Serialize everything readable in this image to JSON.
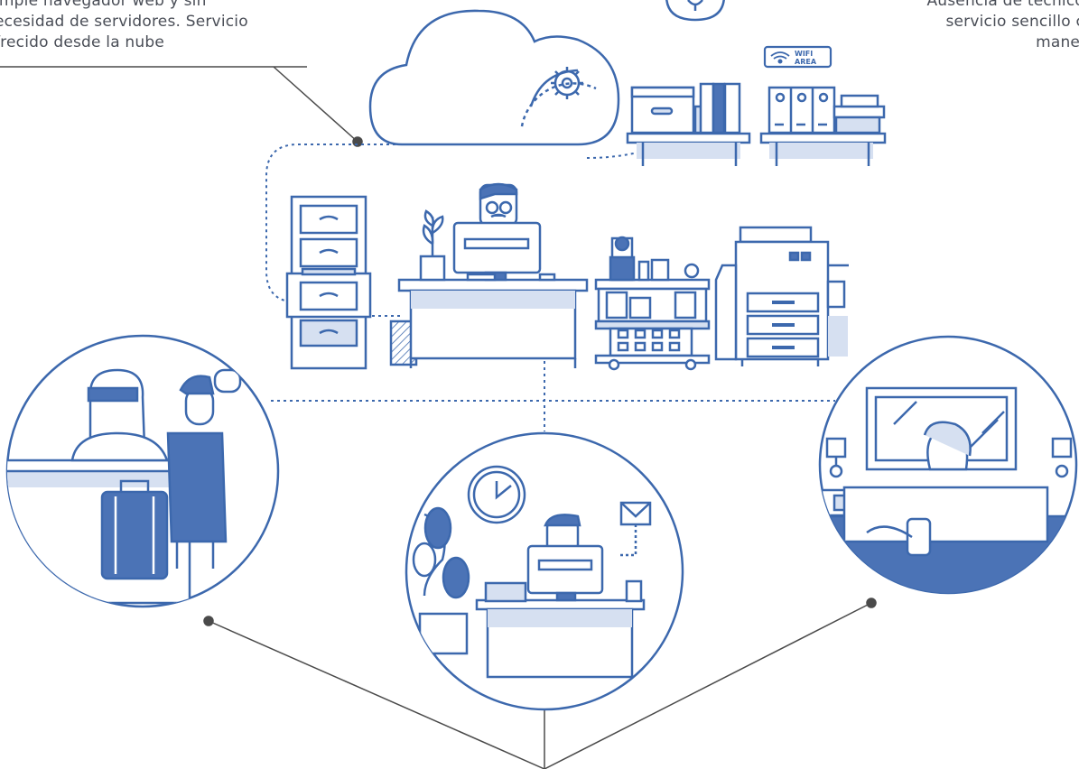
{
  "left_caption": {
    "lines": [
      "imple navegador web y sin",
      "ecesidad de servidores. Servicio",
      "frecido desde la nube"
    ]
  },
  "right_caption": {
    "lines": [
      "Ausencia de técnico",
      "servicio sencillo c",
      "manej"
    ]
  },
  "wifi_sign": {
    "line1": "WIFI",
    "line2": "AREA"
  },
  "colors": {
    "line_blue": "#3c68ad",
    "fill_blue": "#4b73b6",
    "pale_blue": "#d6e0f1",
    "connector_gray": "#4a4a4a",
    "text_gray": "#4a4e57"
  },
  "icons": [
    "cloud-icon",
    "gear-icon",
    "lightbulb-icon",
    "wifi-icon",
    "mail-icon",
    "clock-icon",
    "phone-icon",
    "lamp-icon",
    "plant-icon",
    "suitcase-icon"
  ]
}
